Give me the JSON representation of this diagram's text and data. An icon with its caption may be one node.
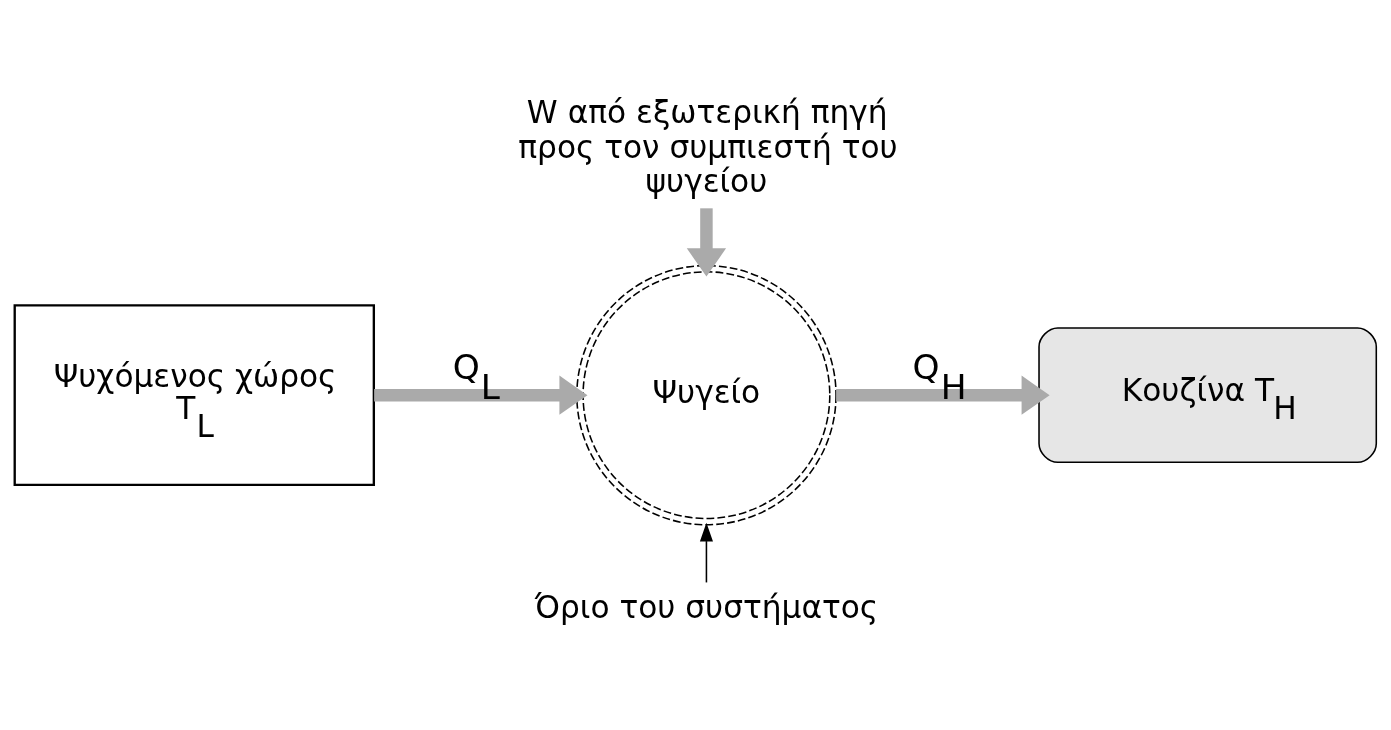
{
  "diagram": {
    "nodes": [
      {
        "text": [
          "Ψυχόμενος χώρος T$_{L}$"
        ]
      },
      {
        "text": [
          "Ψυγείο"
        ]
      },
      {
        "text": [
          "Κουζίνα T$_{H}$"
        ]
      },
      {
        "text": [
          "W από εξωτερική πηγή προς τον συμπιεστή του ψυγείου"
        ]
      },
      {
        "text": [
          "Όριο του συστήματος"
        ]
      }
    ],
    "edges": [
      {
        "from": 0,
        "to": 1,
        "arrow": "to",
        "label": "Q$_{L}$"
      },
      {
        "from": 1,
        "to": 2,
        "arrow": "to",
        "label": "Q$_{H}$"
      },
      {
        "from": 3,
        "to": 1,
        "arrow": "to"
      },
      {
        "from": 4,
        "to": 1,
        "arrow": "to",
        "color": "#000000"
      }
    ]
  }
}
